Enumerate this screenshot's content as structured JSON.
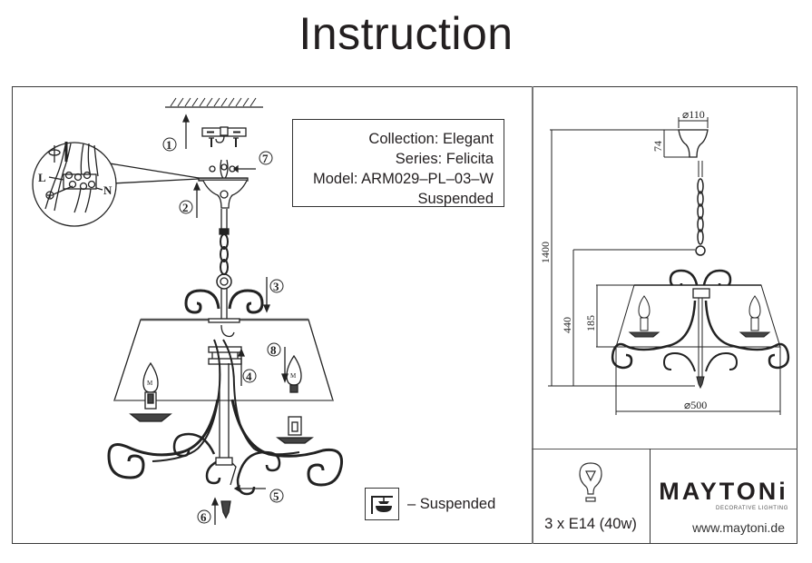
{
  "page": {
    "title": "Instruction"
  },
  "info": {
    "collection": "Collection: Elegant",
    "series": "Series: Felicita",
    "model": "Model: ARM029–PL–03–W",
    "type": "Suspended"
  },
  "assembly_steps": [
    {
      "number": "1",
      "icon": "ceiling-mount-arrow"
    },
    {
      "number": "2",
      "icon": "canopy-arrow"
    },
    {
      "number": "3",
      "icon": "arm-down-arrow"
    },
    {
      "number": "4",
      "icon": "sleeve-up-arrow"
    },
    {
      "number": "5",
      "icon": "screw-arrow"
    },
    {
      "number": "6",
      "icon": "finial-up-arrow"
    },
    {
      "number": "7",
      "icon": "wire-connect-arrow"
    },
    {
      "number": "8",
      "icon": "bulb-down-arrow"
    }
  ],
  "wiring": {
    "live_label": "L",
    "neutral_label": "N",
    "earth_symbol": "earth-icon"
  },
  "dimensions": {
    "canopy_diameter": "⌀110",
    "canopy_height": "74",
    "total_height": "1400",
    "body_height": "440",
    "shade_height": "185",
    "shade_diameter": "⌀500"
  },
  "legend": {
    "icon": "suspended-icon",
    "label": "– Suspended"
  },
  "bulb": {
    "icon": "lightbulb-icon",
    "spec": "3 x E14 (40w)"
  },
  "brand": {
    "logo": "MAYTONi",
    "tagline": "DECORATIVE LIGHTING",
    "url": "www.maytoni.de"
  }
}
